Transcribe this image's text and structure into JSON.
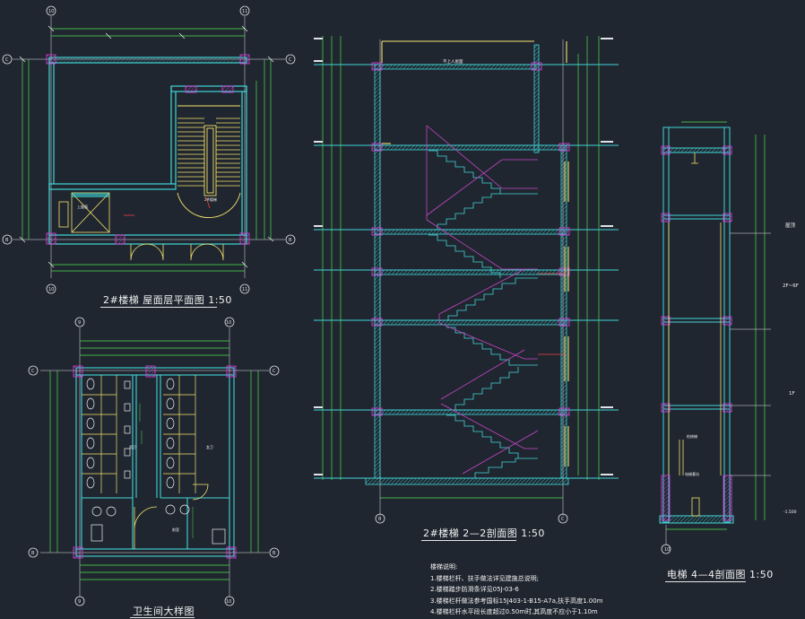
{
  "titles": {
    "roof_plan": "2#楼梯 屋面层平面图",
    "roof_plan_scale": "1:50",
    "toilet": "卫生间大样图",
    "section_22": "2#楼梯 2—2剖面图",
    "section_22_scale": "1:50",
    "section_44": "电梯 4—4剖面图",
    "section_44_scale": "1:50"
  },
  "notes": {
    "heading": "楼梯说明:",
    "lines": [
      "1.楼梯栏杆、扶手做法详见建施总说明;",
      "2.楼梯踏步防滑条详见05J-03-6",
      "3.楼梯栏杆做法参考国标15J403-1-B15-A7a,扶手高度1.00m",
      "4.楼梯栏杆水平段长度超过0.50m时,其高度不应小于1.10m"
    ]
  },
  "roof_plan": {
    "axes_top": [
      "10",
      "11"
    ],
    "axes_bottom": [
      "10",
      "11"
    ],
    "axes_left": [
      "C",
      "B"
    ],
    "axes_right": [
      "C",
      "B"
    ],
    "labels": [
      "上屋面",
      "2#楼梯"
    ]
  },
  "toilet_plan": {
    "axes_top": [
      "9",
      "10"
    ],
    "axes_bottom": [
      "9",
      "10"
    ],
    "axes_left": [
      "C",
      "B"
    ],
    "axes_right": [
      "C",
      "B"
    ],
    "labels": [
      "男卫",
      "女卫",
      "前室"
    ]
  },
  "section_22": {
    "axes_bottom": [
      "B",
      "C"
    ],
    "labels": [
      "不上人屋面"
    ],
    "floors": 6
  },
  "section_44": {
    "axes_bottom": [
      "10"
    ],
    "labels": [
      "屋顶",
      "2F~6F",
      "1F",
      "-1.500",
      "检修梯",
      "电梯基坑"
    ]
  }
}
